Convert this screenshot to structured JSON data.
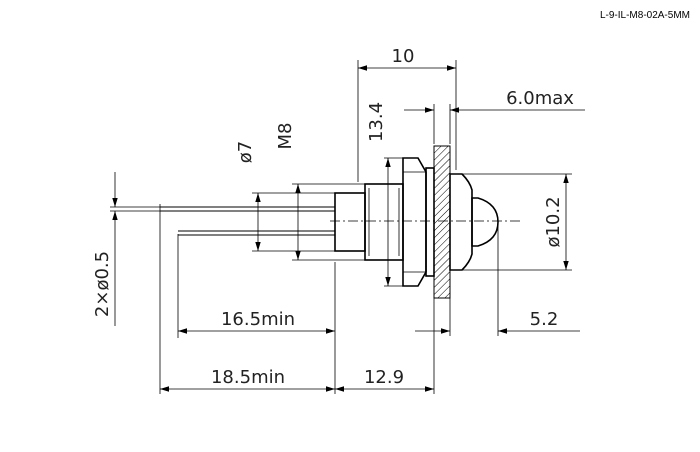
{
  "part_code": "L-9-IL-M8-02A-5MM",
  "dimensions": {
    "overall_body": "10",
    "hex_depth": "13.4",
    "panel_max": "6.0max",
    "lens_dia": "ø7",
    "thread": "M8",
    "flange_dia": "ø10.2",
    "lead_dia": "2×ø0.5",
    "lead_short": "16.5min",
    "lead_long": "18.5min",
    "body_length": "12.9",
    "dome_height": "5.2"
  }
}
